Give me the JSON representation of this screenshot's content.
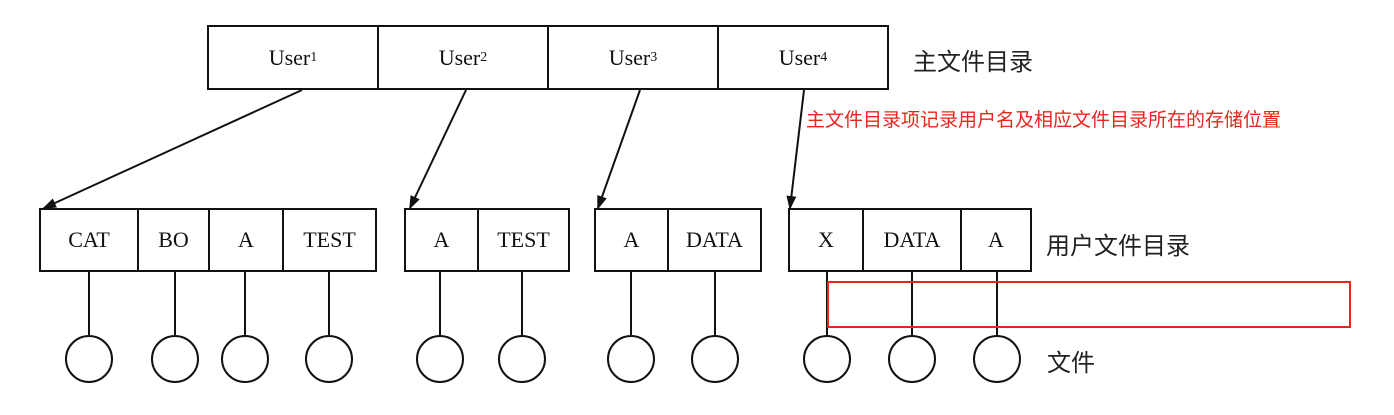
{
  "master_directory": {
    "entries": [
      {
        "name": "User",
        "index": "1"
      },
      {
        "name": "User",
        "index": "2"
      },
      {
        "name": "User",
        "index": "3"
      },
      {
        "name": "User",
        "index": "4"
      }
    ],
    "label": "主文件目录"
  },
  "annotation": {
    "text": "主文件目录项记录用户名及相应文件目录所在的存储位置",
    "color": "#e8261e"
  },
  "user_directories": {
    "label": "用户文件目录",
    "groups": [
      {
        "entries": [
          "CAT",
          "BO",
          "A",
          "TEST"
        ]
      },
      {
        "entries": [
          "A",
          "TEST"
        ]
      },
      {
        "entries": [
          "A",
          "DATA"
        ]
      },
      {
        "entries": [
          "X",
          "DATA",
          "A"
        ]
      }
    ]
  },
  "files": {
    "label": "文件"
  }
}
